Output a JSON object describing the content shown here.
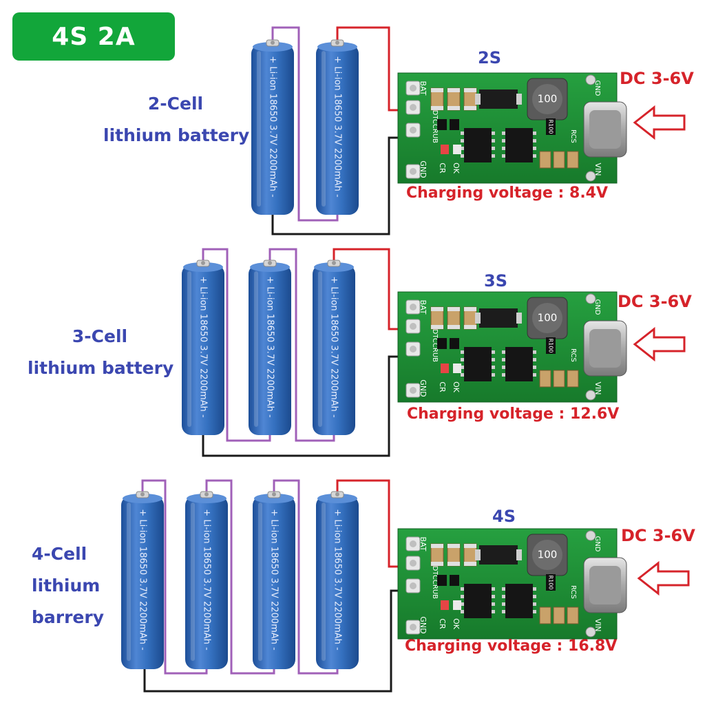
{
  "badge": "4S 2A",
  "cell_marking": "+ Li-ion 18650 3.7V 2200mAh -",
  "board": {
    "bat": "BAT",
    "gnd": "GND",
    "model": "DDTCCRUB",
    "cr": "CR",
    "ok": "OK",
    "rcs": "RCS",
    "vin": "VIN",
    "inductor": "100",
    "resistor": "R100"
  },
  "sections": [
    {
      "label_lines": [
        "2-Cell",
        "lithium battery"
      ],
      "module": "2S",
      "input": "DC 3-6V",
      "charging": "Charging voltage : 8.4V"
    },
    {
      "label_lines": [
        "3-Cell",
        "lithium battery"
      ],
      "module": "3S",
      "input": "DC 3-6V",
      "charging": "Charging voltage : 12.6V"
    },
    {
      "label_lines": [
        "4-Cell",
        "lithium",
        "barrery"
      ],
      "module": "4S",
      "input": "DC 3-6V",
      "charging": "Charging voltage : 16.8V"
    }
  ],
  "colors": {
    "badge": "#12a63a",
    "label": "#3b47b0",
    "red": "#d6232a",
    "battery": "#2f66b8",
    "pcb": "#1e8a34",
    "series_wire": "#a060b8",
    "gnd_wire": "#1a1a1a",
    "pos_wire": "#d6232a"
  }
}
